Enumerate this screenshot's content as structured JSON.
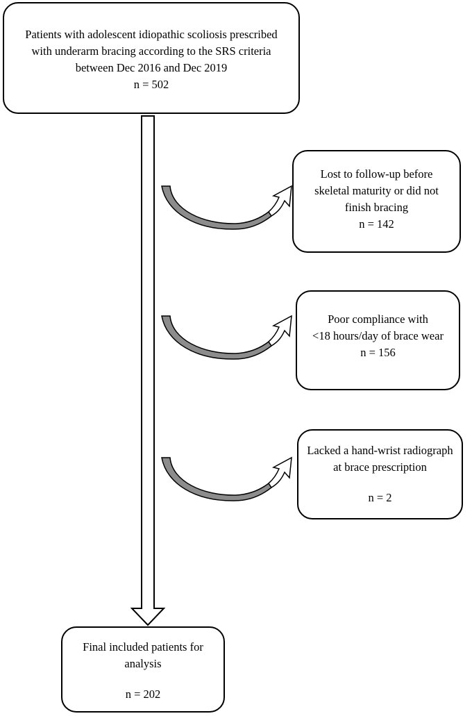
{
  "boxes": {
    "initial": {
      "lines": [
        "Patients with adolescent idiopathic scoliosis prescribed",
        "with underarm bracing according to the SRS criteria",
        "between Dec 2016 and Dec 2019",
        "n = 502"
      ]
    },
    "lost_followup": {
      "lines": [
        "Lost to follow-up before",
        "skeletal maturity or did not",
        "finish bracing",
        "n = 142"
      ]
    },
    "poor_compliance": {
      "lines": [
        "Poor compliance with",
        "<18 hours/day of brace wear",
        "n = 156"
      ]
    },
    "lacked_radiograph": {
      "lines": [
        "Lacked a hand-wrist radiograph",
        "at brace prescription"
      ],
      "count": "n = 2"
    },
    "final": {
      "lines": [
        "Final included patients for",
        "analysis"
      ],
      "count": "n = 202"
    }
  },
  "colors": {
    "border": "#000000",
    "curved_arrow_fill": "#8c8c8c",
    "background": "#ffffff"
  }
}
